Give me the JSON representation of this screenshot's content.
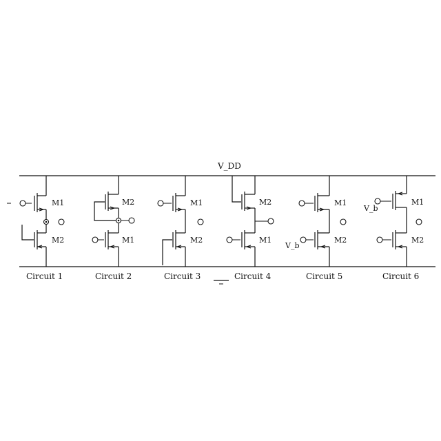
{
  "supply_label": "V_DD",
  "transistor_labels": {
    "c1_top": "M1",
    "c1_bot": "M2",
    "c2_top": "M2",
    "c2_bot": "M1",
    "c3_top": "M1",
    "c3_bot": "M2",
    "c4_top": "M2",
    "c4_bot": "M1",
    "c5_top": "M1",
    "c5_bot": "M2",
    "c6_top": "M1",
    "c6_bot": "M2"
  },
  "input_labels": {
    "c5_vb": "V_b",
    "c6_vb": "V_b"
  },
  "captions": [
    "Circuit 1",
    "Circuit 2",
    "Circuit 3",
    "Circuit 4",
    "Circuit 5",
    "Circuit 6"
  ]
}
